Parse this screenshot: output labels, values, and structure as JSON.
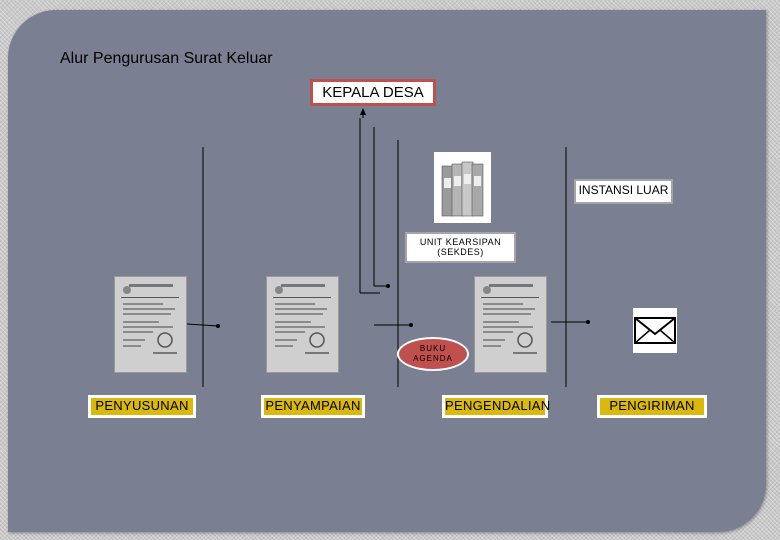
{
  "title": "Alur Pengurusan Surat Keluar",
  "nodes": {
    "kepala_desa": "KEPALA DESA",
    "instansi_luar": "INSTANSI LUAR",
    "unit_kearsipan": "UNIT KEARSIPAN (SEKDES)",
    "buku_agenda": "BUKU AGENDA"
  },
  "roles": [
    "PENYUSUNAN",
    "PENYAMPAIAN",
    "PENGENDALIAN",
    "PENGIRIMAN"
  ],
  "icons": [
    "document-icon",
    "document-icon",
    "document-icon",
    "binders-icon",
    "envelope-icon"
  ],
  "colors": {
    "panel": "#7b7f92",
    "role_box": "#d9b90c",
    "kepala_border": "#c0504d",
    "buku_agenda": "#c0504d"
  }
}
